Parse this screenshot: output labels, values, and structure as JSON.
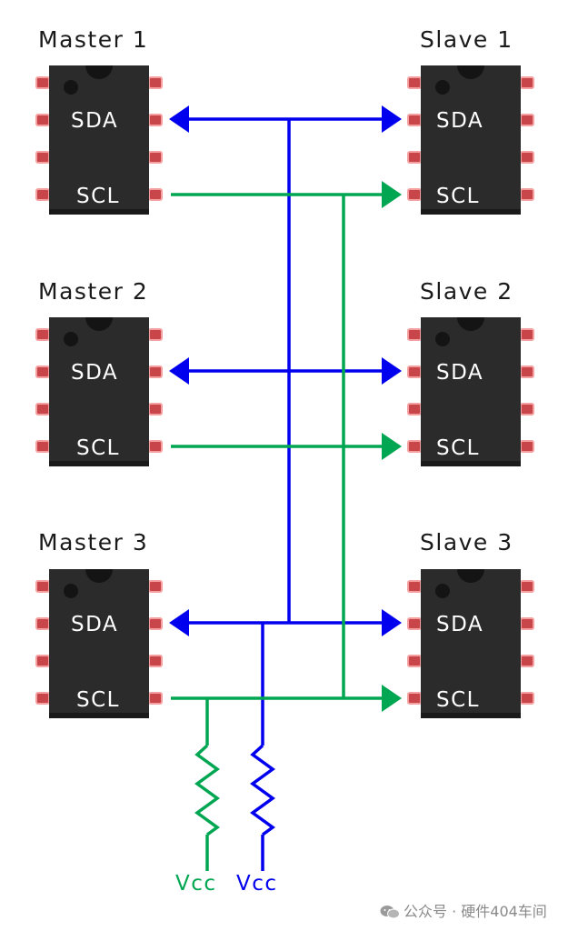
{
  "colors": {
    "sda": "#0000ee",
    "scl": "#00a651",
    "chip_body": "#2b2b2b",
    "pin_fill": "#c8454a",
    "pin_glow": "#f4a0a0",
    "text_dark": "#1a1a1a"
  },
  "masters": [
    {
      "title": "Master 1",
      "sda": "SDA",
      "scl": "SCL"
    },
    {
      "title": "Master 2",
      "sda": "SDA",
      "scl": "SCL"
    },
    {
      "title": "Master 3",
      "sda": "SDA",
      "scl": "SCL"
    }
  ],
  "slaves": [
    {
      "title": "Slave 1",
      "sda": "SDA",
      "scl": "SCL"
    },
    {
      "title": "Slave 2",
      "sda": "SDA",
      "scl": "SCL"
    },
    {
      "title": "Slave 3",
      "sda": "SDA",
      "scl": "SCL"
    }
  ],
  "pullups": {
    "scl_label": "Vcc",
    "sda_label": "Vcc"
  },
  "watermark": {
    "text": "公众号 · 硬件404车间",
    "icon": "wechat-icon"
  }
}
